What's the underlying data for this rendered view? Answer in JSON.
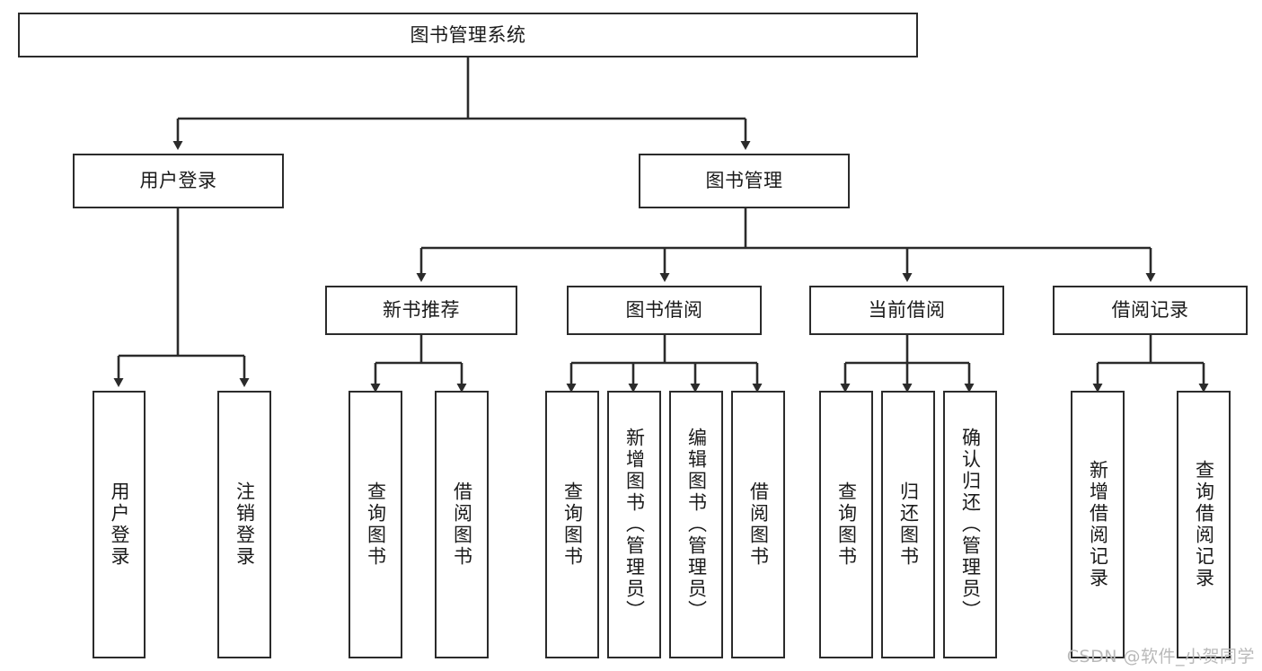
{
  "diagram": {
    "type": "tree-hierarchy",
    "title": "图书管理系统",
    "orientation": "top-down",
    "watermark": "CSDN @软件_小贺同学",
    "colors": {
      "box_border": "#2b2b2b",
      "box_fill": "#ffffff",
      "connector": "#2b2b2b",
      "text": "#1a1a1a",
      "watermark": "#b9b9b9",
      "background": "#ffffff"
    },
    "nodes": {
      "root": {
        "label": "图书管理系统",
        "level": 1
      },
      "l2": [
        {
          "id": "user-login",
          "label": "用户登录",
          "level": 2
        },
        {
          "id": "book-manage",
          "label": "图书管理",
          "level": 2
        }
      ],
      "l3": [
        {
          "id": "new-book-recommend",
          "label": "新书推荐",
          "level": 3,
          "parent": "book-manage"
        },
        {
          "id": "book-borrow",
          "label": "图书借阅",
          "level": 3,
          "parent": "book-manage"
        },
        {
          "id": "current-borrow",
          "label": "当前借阅",
          "level": 3,
          "parent": "book-manage"
        },
        {
          "id": "borrow-record",
          "label": "借阅记录",
          "level": 3,
          "parent": "book-manage"
        }
      ],
      "leaves": [
        {
          "id": "leaf-user-login",
          "label": "用户登录",
          "parent": "user-login"
        },
        {
          "id": "leaf-logout",
          "label": "注销登录",
          "parent": "user-login"
        },
        {
          "id": "leaf-query-book-1",
          "label": "查询图书",
          "parent": "new-book-recommend"
        },
        {
          "id": "leaf-borrow-book-1",
          "label": "借阅图书",
          "parent": "new-book-recommend"
        },
        {
          "id": "leaf-query-book-2",
          "label": "查询图书",
          "parent": "book-borrow"
        },
        {
          "id": "leaf-add-book",
          "label": "新增图书（管理员）",
          "parent": "book-borrow"
        },
        {
          "id": "leaf-edit-book",
          "label": "编辑图书（管理员）",
          "parent": "book-borrow"
        },
        {
          "id": "leaf-borrow-book-2",
          "label": "借阅图书",
          "parent": "book-borrow"
        },
        {
          "id": "leaf-query-book-3",
          "label": "查询图书",
          "parent": "current-borrow"
        },
        {
          "id": "leaf-return-book",
          "label": "归还图书",
          "parent": "current-borrow"
        },
        {
          "id": "leaf-confirm-return",
          "label": "确认归还（管理员）",
          "parent": "current-borrow"
        },
        {
          "id": "leaf-add-record",
          "label": "新增借阅记录",
          "parent": "borrow-record"
        },
        {
          "id": "leaf-query-record",
          "label": "查询借阅记录",
          "parent": "borrow-record"
        }
      ]
    }
  }
}
